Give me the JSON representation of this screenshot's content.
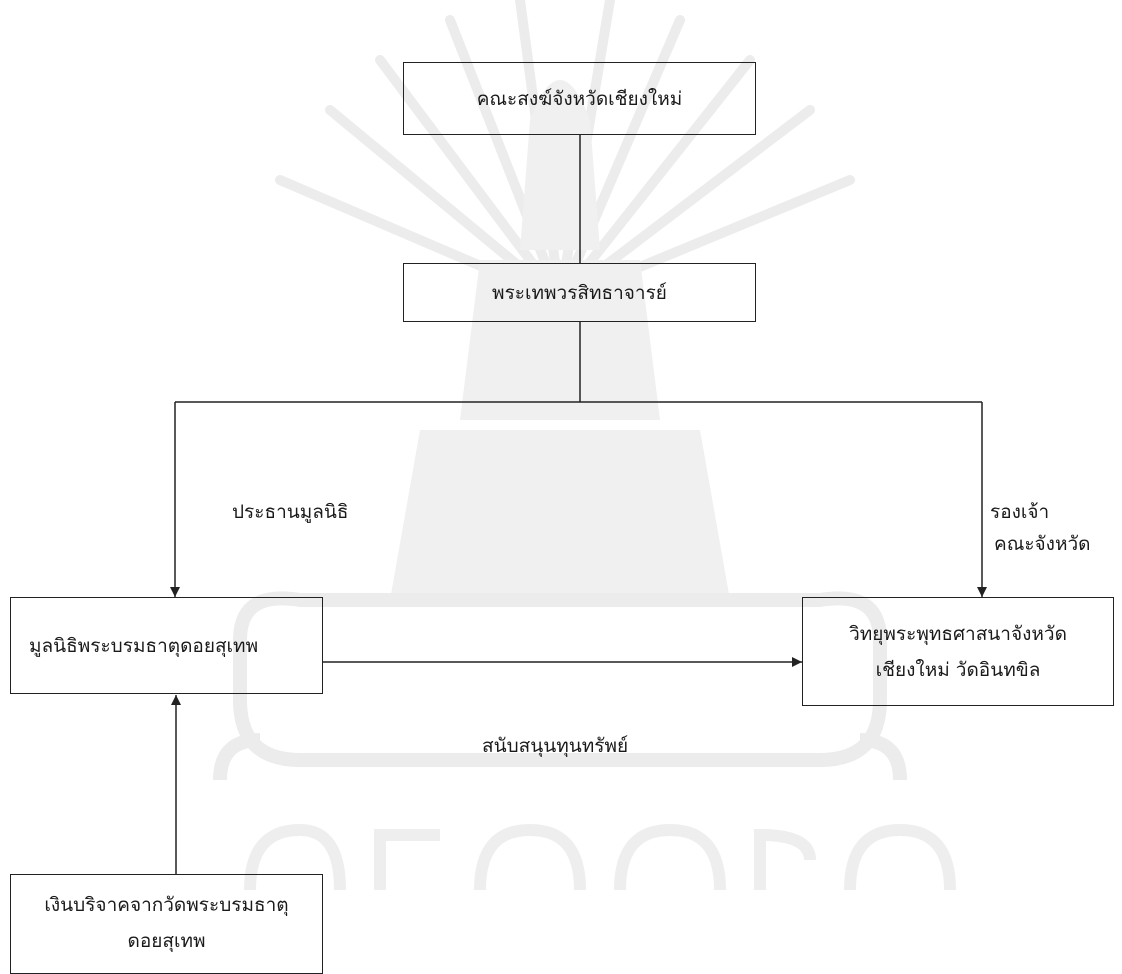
{
  "nodes": {
    "sangha_committee": "คณะสงฆ์จังหวัดเชียงใหม่",
    "phra_thepworasitthachan": "พระเทพวรสิทธาจารย์",
    "foundation": "มูลนิธิพระบรมธาตุดอยสุเทพ",
    "radio_station_line1": "วิทยุพระพุทธศาสนาจังหวัด",
    "radio_station_line2": "เชียงใหม่ วัดอินทขิล",
    "donation_line1": "เงินบริจาคจากวัดพระบรมธาตุ",
    "donation_line2": "ดอยสุเทพ"
  },
  "edge_labels": {
    "foundation_chairman": "ประธานมูลนิธิ",
    "deputy_line1": "รองเจ้า",
    "deputy_line2": "คณะจังหวัด",
    "financial_support": "สนับสนุนทุนทรัพย์"
  },
  "colors": {
    "line": "#222222",
    "watermark": "#e9e9e9"
  }
}
